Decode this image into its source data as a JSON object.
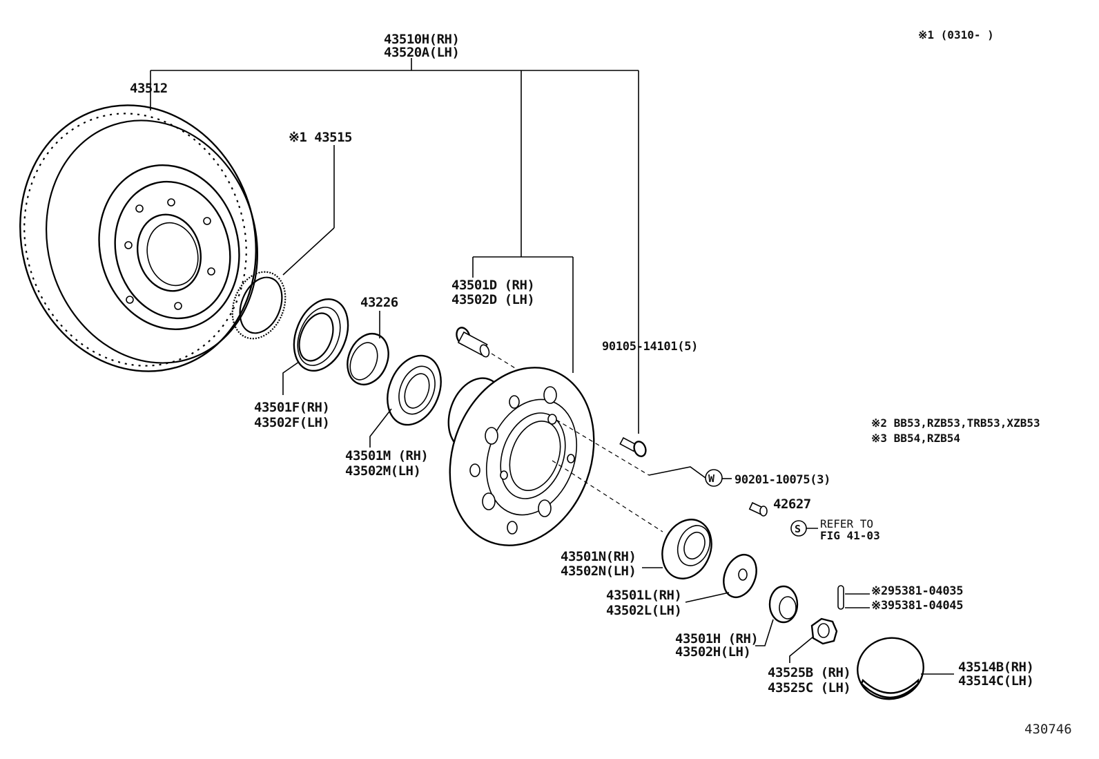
{
  "diagram": {
    "figure_number": "430746",
    "notes": {
      "note1": "※1 (0310-     )",
      "note2": "※2 BB53,RZB53,TRB53,XZB53",
      "note3": "※3 BB54,RZB54"
    },
    "labels": {
      "hub_disc_rh": "43510H(RH)",
      "hub_disc_lh": "43520A(LH)",
      "disc": "43512",
      "sensor_rotor": "※1 43515",
      "spacer": "43226",
      "bolt_rh": "43501D (RH)",
      "bolt_lh": "43502D (LH)",
      "bolt_qty": "90105-14101(5)",
      "seal_rh": "43501F(RH)",
      "seal_lh": "43502F(LH)",
      "inner_bearing_rh": "43501M (RH)",
      "inner_bearing_lh": "43502M(LH)",
      "washer_ref": "90201-10075(3)",
      "washer_symbol": "W",
      "grease_fitting": "42627",
      "refer_symbol": "S",
      "refer_line1": "REFER TO",
      "refer_line2": "FIG 41-03",
      "outer_bearing_rh": "43501N(RH)",
      "outer_bearing_lh": "43502N(LH)",
      "thrust_washer_rh": "43501L(RH)",
      "thrust_washer_lh": "43502L(LH)",
      "pin_bb53": "※295381-04035",
      "pin_bb54": "※395381-04045",
      "nut_rh": "43501H (RH)",
      "nut_lh": "43502H(LH)",
      "lock_cap_rh": "43525B (RH)",
      "lock_cap_lh": "43525C (LH)",
      "grease_cap_rh": "43514B(RH)",
      "grease_cap_lh": "43514C(LH)"
    }
  }
}
